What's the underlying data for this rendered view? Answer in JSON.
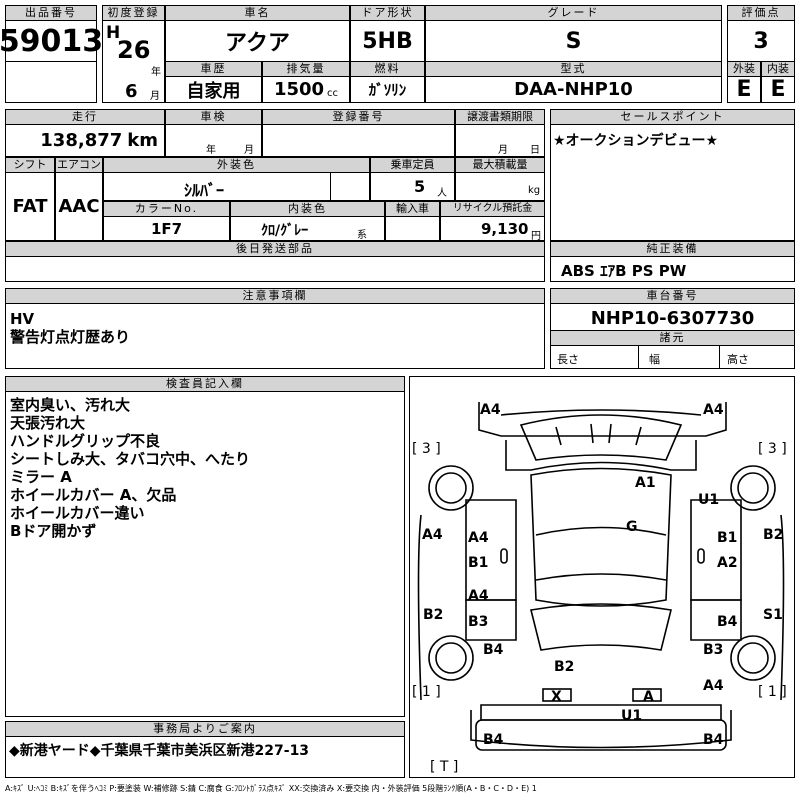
{
  "header": {
    "lot_no_label": "出品番号",
    "lot_no": "59013",
    "first_reg_label": "初度登録",
    "era": "H",
    "year": "26",
    "year_unit": "年",
    "month": "6",
    "month_unit": "月",
    "car_name_label": "車名",
    "car_name": "アクア",
    "door_label": "ドア形状",
    "door": "5HB",
    "grade_label": "グレード",
    "grade": "S",
    "score_label": "評価点",
    "score": "3",
    "history_label": "車歴",
    "history": "自家用",
    "displacement_label": "排気量",
    "displacement": "1500",
    "displacement_unit": "cc",
    "fuel_label": "燃料",
    "fuel": "ｶﾞｿﾘﾝ",
    "model_label": "型式",
    "model": "DAA-NHP10",
    "exterior_label": "外装",
    "exterior": "E",
    "interior_label": "内装",
    "interior": "E"
  },
  "row2": {
    "mileage_label": "走行",
    "mileage": "138,877",
    "mileage_unit": "km",
    "inspection_label": "車検",
    "insp_year_unit": "年",
    "insp_month_unit": "月",
    "reg_no_label": "登録番号",
    "transfer_label": "譲渡書類期限",
    "transfer_month_unit": "月",
    "transfer_day_unit": "日",
    "sales_point_label": "セールスポイント",
    "sales_point": "★オークションデビュー★",
    "shift_label": "シフト",
    "shift": "FAT",
    "ac_label": "エアコン",
    "ac": "AAC",
    "ext_color_label": "外装色",
    "ext_color": "ｼﾙﾊﾞｰ",
    "capacity_label": "乗車定員",
    "capacity": "5",
    "capacity_unit": "人",
    "load_label": "最大積載量",
    "load_unit": "kg",
    "color_no_label": "カラーNo.",
    "color_no": "1F7",
    "int_color_label": "内装色",
    "int_color": "ｸﾛ/ｸﾞﾚｰ",
    "int_color_unit": "系",
    "import_label": "輸入車",
    "recycle_label": "リサイクル預託金",
    "recycle": "9,130",
    "recycle_unit": "円",
    "later_parts_label": "後日発送部品",
    "equipment_label": "純正装備",
    "equipment": "ABS ｴｱB PS PW"
  },
  "notes": {
    "caution_label": "注意事項欄",
    "caution_lines": [
      "HV",
      "警告灯点灯歴あり"
    ],
    "chassis_label": "車台番号",
    "chassis": "NHP10-6307730",
    "specs_label": "諸元",
    "length_label": "長さ",
    "width_label": "幅",
    "height_label": "高さ"
  },
  "inspector": {
    "label": "検査員記入欄",
    "lines": [
      "室内臭い、汚れ大",
      "天張汚れ大",
      "ハンドルグリップ不良",
      "シートしみ大、タバコ穴中、へたり",
      "ミラー A",
      "ホイールカバー A、欠品",
      "ホイールカバー違い",
      "Bドア開かず"
    ]
  },
  "diagram": {
    "marks": [
      "A4",
      "A4",
      "A1",
      "U1",
      "G",
      "A4",
      "B1",
      "A4",
      "B1",
      "A2",
      "B2",
      "A4",
      "B3",
      "B4",
      "B2",
      "S1",
      "B4",
      "B3",
      "B2",
      "A4",
      "X",
      "A",
      "U1",
      "B4",
      "B4"
    ],
    "tyre_labels": [
      "[ 3 ]",
      "[ 3 ]",
      "[ 1 ]",
      "[ 1 ]",
      "[ T ]"
    ]
  },
  "office": {
    "label": "事務局よりご案内",
    "message": "◆新港ヤード◆千葉県千葉市美浜区新港227-13"
  },
  "legend": "A:ｷｽﾞ U:ﾍｺﾐ B:ｷｽﾞを伴うﾍｺﾐ P:要塗装 W:補修跡 S:錆 C:腐食 G:ﾌﾛﾝﾄｶﾞﾗｽ点ｷｽﾞ XX:交換済み X:要交換 内・外装評価 5段階ﾗﾝｸ順(A・B・C・D・E) 1"
}
